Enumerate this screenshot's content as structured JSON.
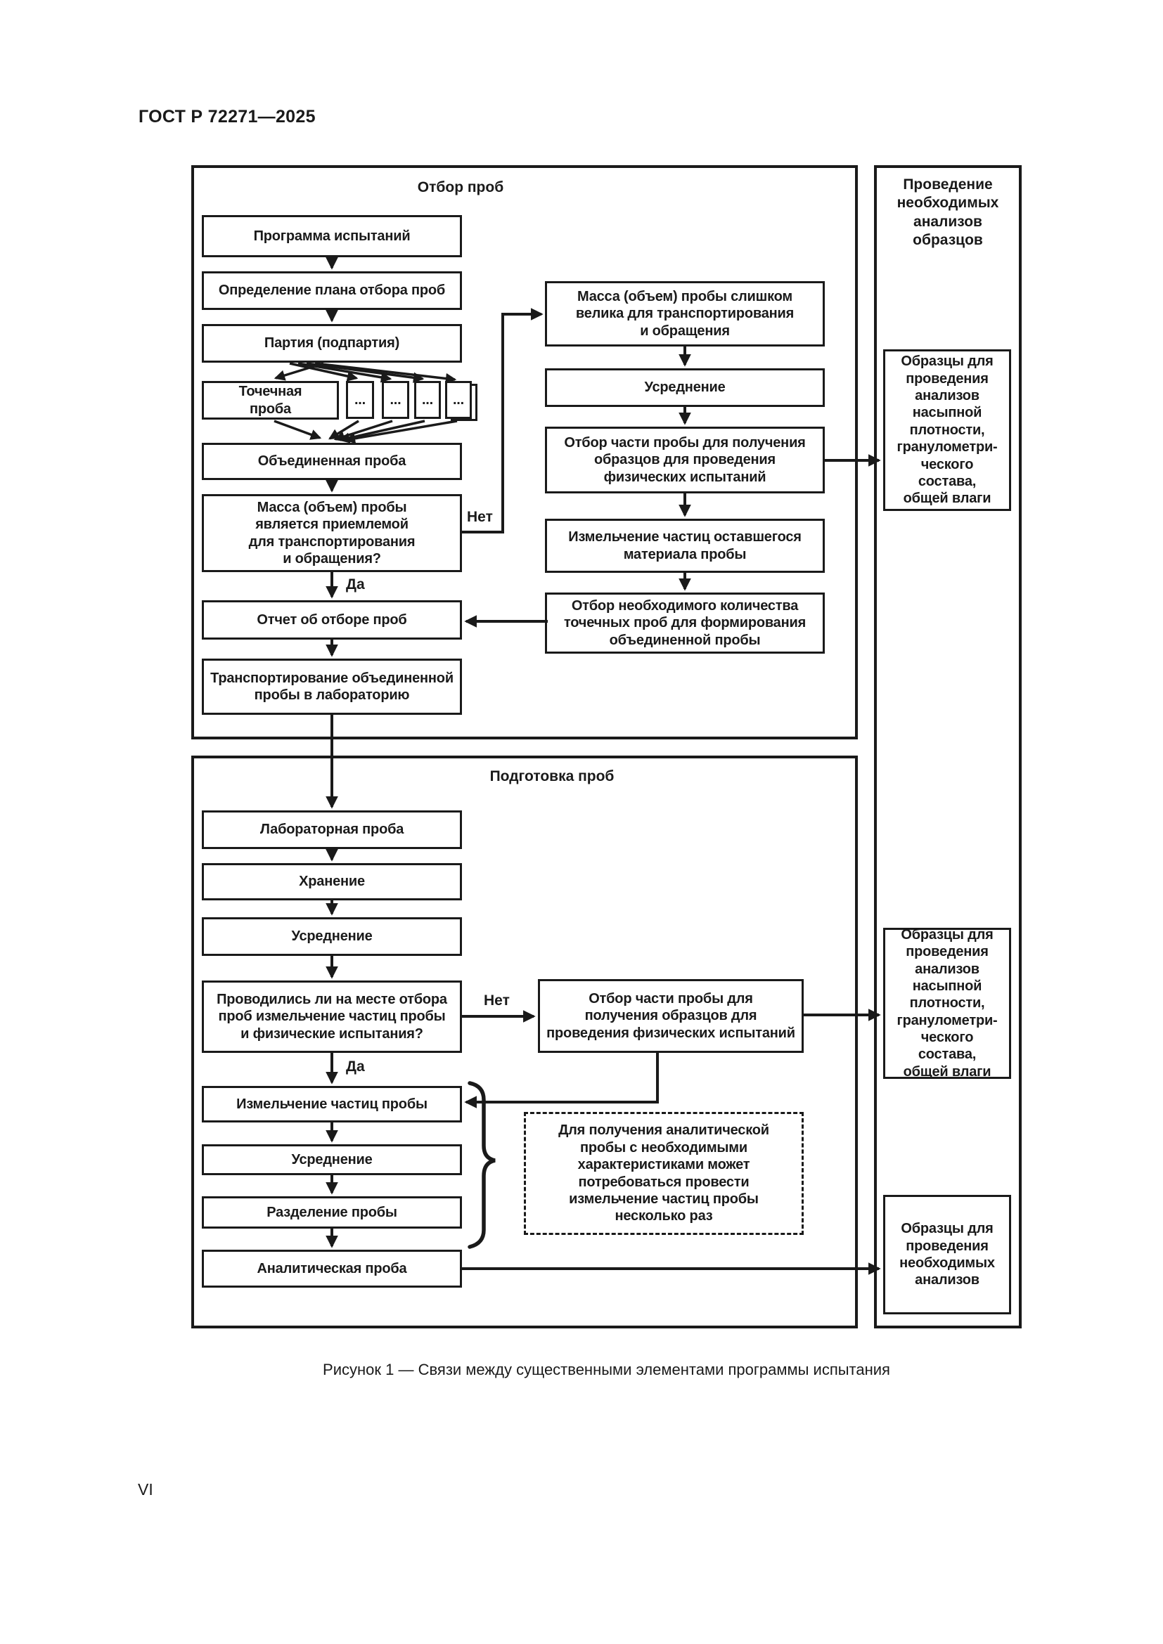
{
  "page": {
    "header": "ГОСТ Р 72271—2025",
    "page_number": "VI",
    "caption": "Рисунок 1 — Связи между существенными элементами программы испытания"
  },
  "colors": {
    "ink": "#1a1a1a",
    "paper": "#ffffff"
  },
  "diagram": {
    "sampling": {
      "title": "Отбор проб",
      "labels": {
        "yes": "Да",
        "no": "Нет"
      },
      "nodes": {
        "program": "Программа испытаний",
        "plan": "Определение плана отбора проб",
        "lot": "Партия (подпартия)",
        "increment": "Точечная\nпроба",
        "ellipsis": "...",
        "combined": "Объединенная проба",
        "mass_acceptable": "Масса (объем) пробы\nявляется  приемлемой\nдля транспортирования\nи обращения?",
        "report": "Отчет об отборе проб",
        "transport": "Транспортирование объединенной\nпробы в лабораторию",
        "mass_too_large": "Масса (объем) пробы слишком\nвелика для транспортирования\nи обращения",
        "averaging": "Усреднение",
        "subsample_physical": "Отбор части пробы для получения\nобразцов для проведения\nфизических испытаний",
        "grind_remaining": "Измельчение частиц оставшегося\nматериала пробы",
        "select_increments": "Отбор необходимого количества\nточечных проб для формирования\nобъединенной пробы"
      }
    },
    "preparation": {
      "title": "Подготовка проб",
      "labels": {
        "yes": "Да",
        "no": "Нет"
      },
      "nodes": {
        "lab_sample": "Лабораторная проба",
        "storage": "Хранение",
        "averaging1": "Усреднение",
        "onsite_question": "Проводились ли на месте отбора\nпроб измельчение частиц пробы\nи физические испытания?",
        "subsample_physical": "Отбор части пробы для\nполучения образцов для\nпроведения физических испытаний",
        "grind": "Измельчение частиц пробы",
        "averaging2": "Усреднение",
        "division": "Разделение пробы",
        "analytical": "Аналитическая проба",
        "note": "Для получения аналитической\nпробы с необходимыми\nхарактеристиками может\nпотребоваться провести\nизмельчение частиц пробы\nнесколько раз"
      }
    },
    "analysis": {
      "title": "Проведение\nнеобходимых\nанализов образцов",
      "nodes": {
        "samples_bulk_1": "Образцы для\nпроведения\nанализов\nнасыпной\nплотности,\nгранулометри-\nческого\nсостава,\nобщей влаги",
        "samples_bulk_2": "Образцы для\nпроведения\nанализов\nнасыпной\nплотности,\nгранулометри-\nческого\nсостава,\nобщей влаги",
        "samples_required": "Образцы для\nпроведения\nнеобходимых\nанализов"
      }
    }
  }
}
